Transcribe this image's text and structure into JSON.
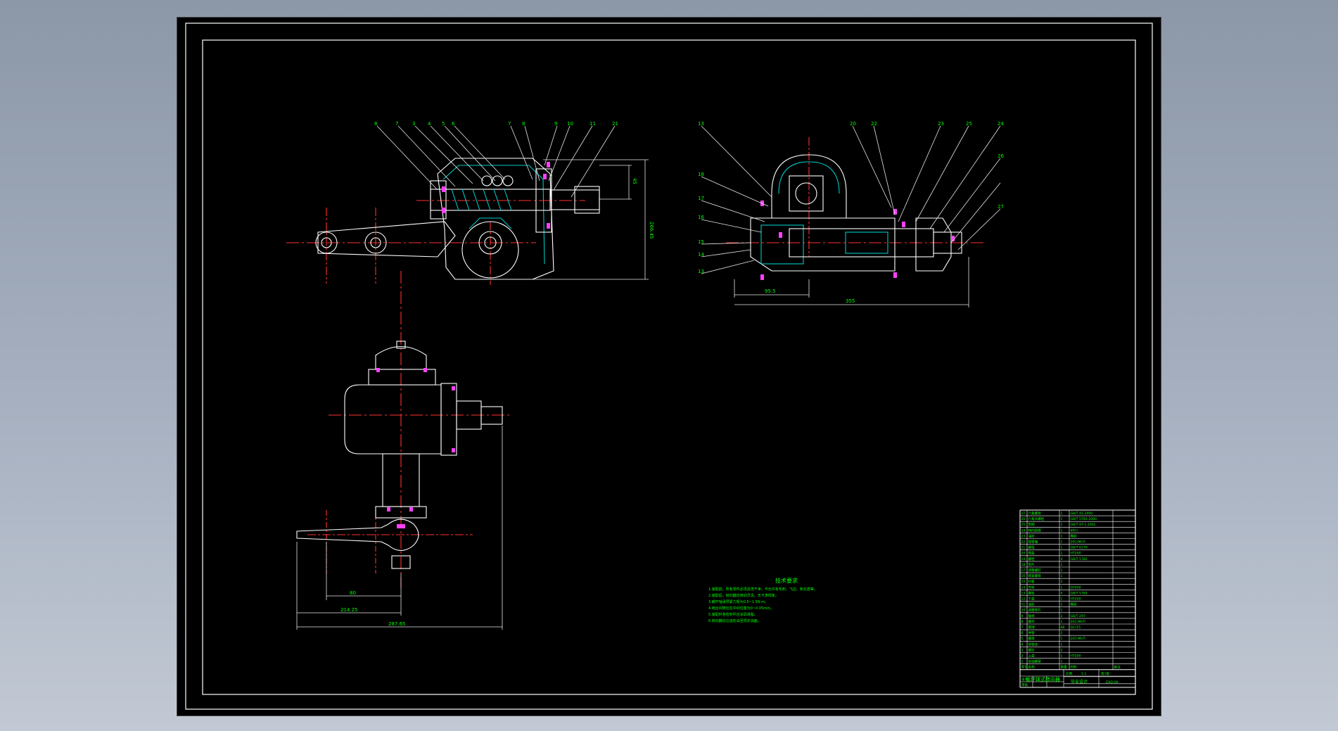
{
  "drawing": {
    "title": "循环球式转向器",
    "tech_requirements": {
      "heading": "技术要求",
      "lines": [
        "1.装配前，所有零件必须清洗干净，不允许有毛刺、飞边、氧化皮等。",
        "2.装配后，转向器应转动灵活，无卡滞现象。",
        "3.螺杆轴承预紧力矩为0.5~1.5N·m。",
        "4.啮合间隙应在中间位置为0~0.05mm。",
        "5.装配时各密封件应涂润滑脂。",
        "6.转向器加注齿轮油至规定油面。"
      ]
    },
    "dims": {
      "top_left_height": "266.45",
      "top_left_small": "45",
      "top_right_small": "95.5",
      "top_right_long": "355",
      "bottom_inner": "80",
      "bottom_mid": "214.25",
      "bottom_outer": "287.65"
    },
    "part_balloons_left": [
      "8",
      "7",
      "3",
      "4",
      "5",
      "6",
      "7",
      "8",
      "9",
      "10",
      "11",
      "21"
    ],
    "part_balloons_right": [
      "13",
      "18",
      "17",
      "16",
      "15",
      "14",
      "13",
      "20",
      "22",
      "23",
      "25",
      "24",
      "26",
      "27"
    ],
    "bom": {
      "header": [
        "序号",
        "名称",
        "数量",
        "材料",
        "备注"
      ],
      "rows": [
        [
          "27",
          "六角螺母",
          "1",
          "GB/T 41-2000",
          ""
        ],
        [
          "26",
          "六角头螺栓",
          "1",
          "GB/T 5782-2000",
          ""
        ],
        [
          "25",
          "垫圈",
          "1",
          "GB/T 97.1-2002",
          ""
        ],
        [
          "24",
          "转向摇臂",
          "1",
          "40Cr",
          ""
        ],
        [
          "23",
          "油封",
          "1",
          "橡胶",
          ""
        ],
        [
          "22",
          "摇臂轴",
          "1",
          "20CrMnTi",
          ""
        ],
        [
          "21",
          "螺母",
          "1",
          "GB/T 6170",
          ""
        ],
        [
          "20",
          "侧盖",
          "1",
          "HT200",
          ""
        ],
        [
          "19",
          "螺栓",
          "4",
          "GB/T 5782",
          ""
        ],
        [
          "18",
          "垫片",
          "1",
          "",
          ""
        ],
        [
          "17",
          "调整螺钉",
          "1",
          "",
          ""
        ],
        [
          "16",
          "锁紧螺母",
          "1",
          "",
          ""
        ],
        [
          "15",
          "衬套",
          "2",
          "",
          ""
        ],
        [
          "14",
          "壳体",
          "1",
          "QT450",
          ""
        ],
        [
          "13",
          "螺栓",
          "4",
          "GB/T 5783",
          ""
        ],
        [
          "12",
          "下盖",
          "1",
          "HT200",
          ""
        ],
        [
          "11",
          "油封",
          "1",
          "橡胶",
          ""
        ],
        [
          "10",
          "调整垫片",
          "1",
          "",
          ""
        ],
        [
          "9",
          "轴承",
          "2",
          "GB/T 297",
          ""
        ],
        [
          "8",
          "螺杆",
          "1",
          "20CrMnTi",
          ""
        ],
        [
          "7",
          "钢球",
          "68",
          "GCr15",
          ""
        ],
        [
          "6",
          "导管",
          "2",
          "",
          ""
        ],
        [
          "5",
          "螺母",
          "1",
          "20CrMnTi",
          ""
        ],
        [
          "4",
          "导管夹",
          "1",
          "",
          ""
        ],
        [
          "3",
          "螺钉",
          "2",
          "",
          ""
        ],
        [
          "2",
          "上盖",
          "1",
          "HT200",
          ""
        ],
        [
          "1",
          "加油螺塞",
          "1",
          "",
          ""
        ]
      ]
    },
    "title_block": {
      "designer": "设计",
      "checker": "审核",
      "scale_label": "比例",
      "scale": "1:1",
      "sheet_label": "第1张",
      "school": "毕业设计",
      "drawing_no": "ZXQ-00"
    },
    "colors": {
      "background": "#000000",
      "outline": "#ffffff",
      "centerline": "#ff3030",
      "section": "#00c8c8",
      "text": "#00ff00",
      "fastener": "#ff40ff",
      "leader": "#e8e8e8"
    }
  }
}
